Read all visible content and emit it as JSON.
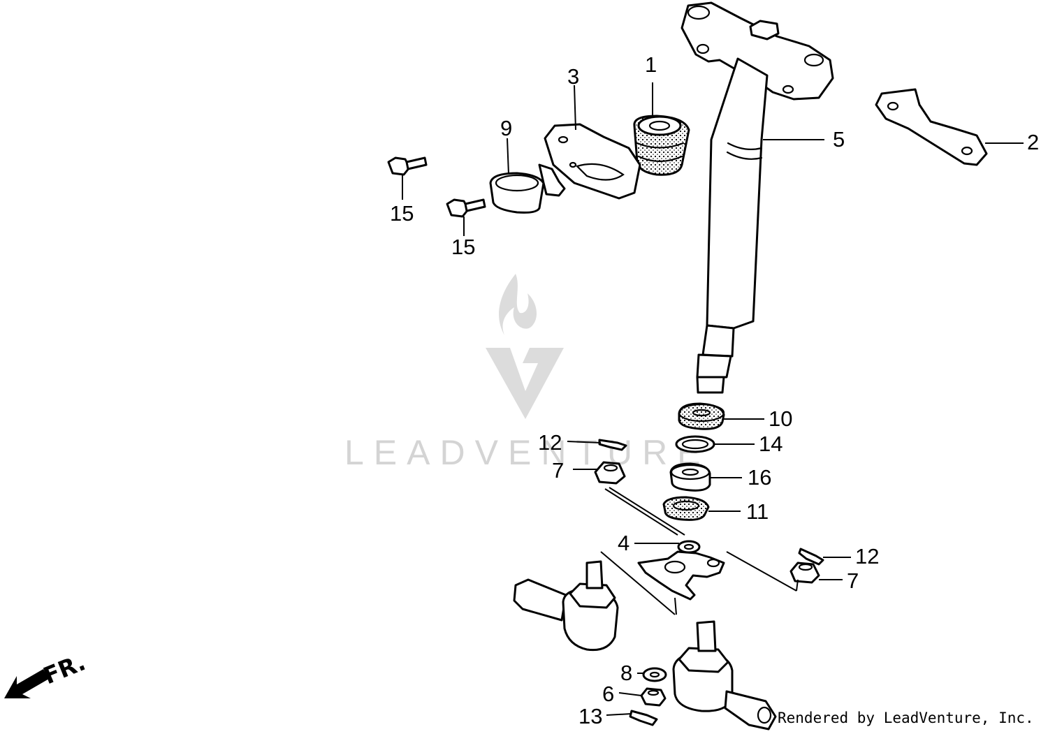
{
  "watermark": {
    "brand_text": "LEADVENTURE"
  },
  "footer": {
    "rendered_by": "Rendered by LeadVenture, Inc."
  },
  "direction": {
    "label": "FR."
  },
  "callouts": {
    "c1": "1",
    "c2": "2",
    "c3": "3",
    "c4": "4",
    "c5": "5",
    "c6": "6",
    "c7a": "7",
    "c7b": "7",
    "c8": "8",
    "c9": "9",
    "c10": "10",
    "c11": "11",
    "c12a": "12",
    "c12b": "12",
    "c13": "13",
    "c14": "14",
    "c15a": "15",
    "c15b": "15",
    "c16": "16"
  }
}
